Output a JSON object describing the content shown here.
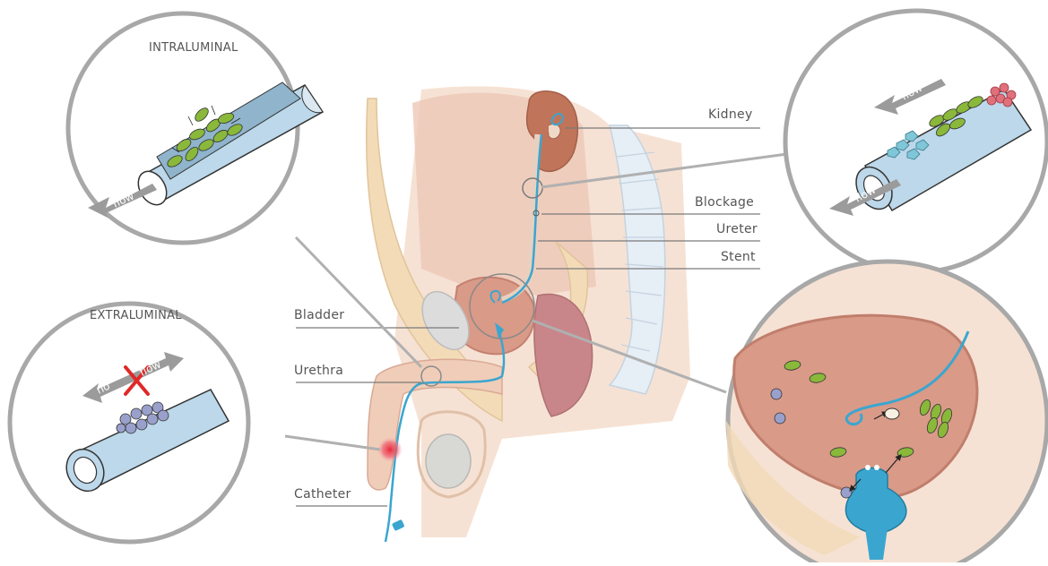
{
  "labels": {
    "kidney": "Kidney",
    "blockage": "Blockage",
    "ureter": "Ureter",
    "stent": "Stent",
    "bladder": "Bladder",
    "urethra": "Urethra",
    "catheter": "Catheter"
  },
  "insets": {
    "intraluminal": {
      "title": "INTRALUMINAL",
      "flow": "flow"
    },
    "extraluminal": {
      "title": "EXTRALUMINAL",
      "no": "no",
      "flow": "flow"
    },
    "kidney_blockage": {
      "flow_top": "flow",
      "flow_bottom": "flow"
    }
  },
  "colors": {
    "tube": "#bcd8ea",
    "tube_inner": "#ffffff",
    "bacteria": "#8ab83a",
    "crystals": "#7fc6d8",
    "red_cells": "#e0707a",
    "cocci": "#9aa0cc",
    "stent": "#3aa6d0",
    "circle_outline": "#a8a8a8",
    "tissue": "#f0cdb8",
    "organ": "#d99a88"
  }
}
